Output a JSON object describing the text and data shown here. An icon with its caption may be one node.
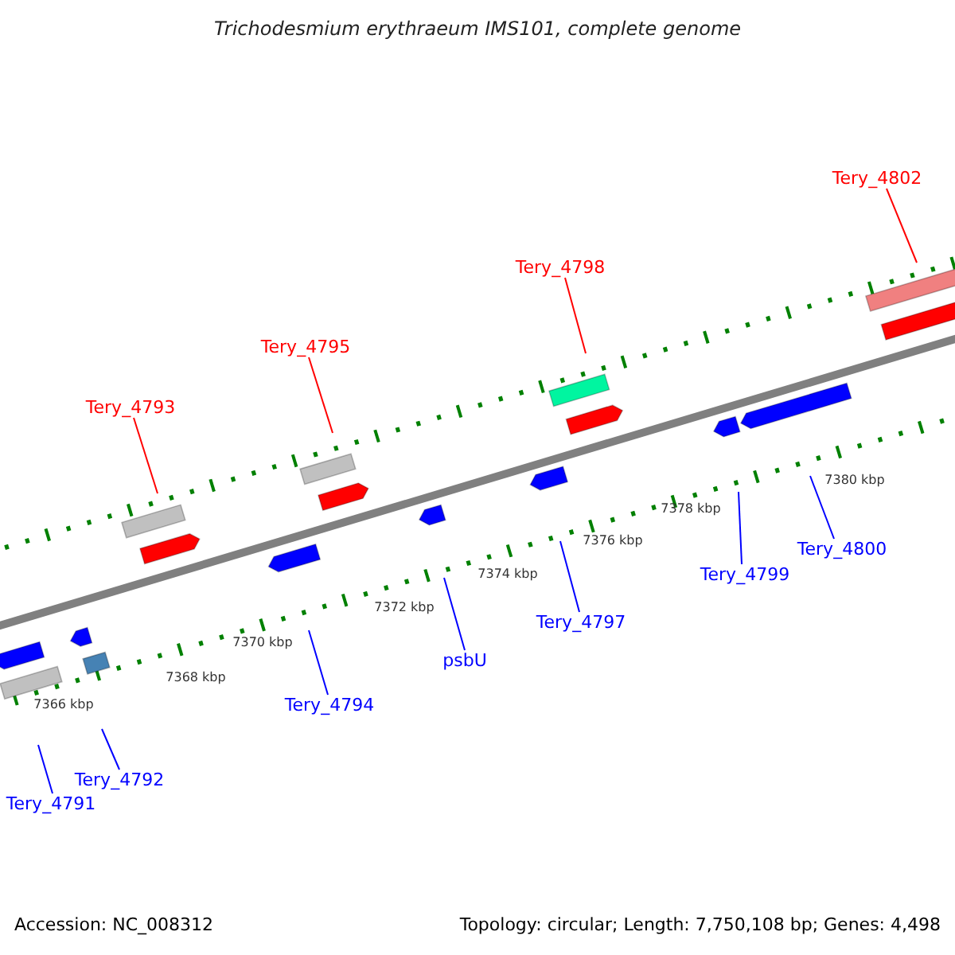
{
  "diagram": {
    "title": "Trichodesmium erythraeum IMS101, complete genome",
    "nodes": [
      {
        "text": [
          "Tery_4802"
        ]
      },
      {
        "text": [
          "Tery_4798"
        ]
      },
      {
        "text": [
          "Tery_4795"
        ]
      },
      {
        "text": [
          "Tery_4793"
        ]
      },
      {
        "text": [
          "Tery_4800"
        ]
      },
      {
        "text": [
          "Tery_4799"
        ]
      },
      {
        "text": [
          "Tery_4797"
        ]
      },
      {
        "text": [
          "psbU"
        ]
      },
      {
        "text": [
          "Tery_4794"
        ]
      },
      {
        "text": [
          "Tery_4792"
        ]
      },
      {
        "text": [
          "Tery_4791"
        ]
      }
    ],
    "edges": [
      {
        "from": 0,
        "to": null,
        "arrow": "none",
        "color": "#ff0000"
      },
      {
        "from": 1,
        "to": null,
        "arrow": "none",
        "color": "#ff0000"
      },
      {
        "from": 2,
        "to": null,
        "arrow": "none",
        "color": "#ff0000"
      },
      {
        "from": 3,
        "to": null,
        "arrow": "none",
        "color": "#ff0000"
      },
      {
        "from": 4,
        "to": null,
        "arrow": "none"
      },
      {
        "from": 5,
        "to": null,
        "arrow": "none"
      },
      {
        "from": 6,
        "to": null,
        "arrow": "none"
      },
      {
        "from": 7,
        "to": null,
        "arrow": "none"
      },
      {
        "from": 8,
        "to": null,
        "arrow": "none"
      },
      {
        "from": 9,
        "to": null,
        "arrow": "none"
      },
      {
        "from": 10,
        "to": null,
        "arrow": "none"
      }
    ],
    "labels": [
      "7380 kbp",
      "7378 kbp",
      "7376 kbp",
      "7374 kbp",
      "7372 kbp",
      "7370 kbp",
      "7368 kbp",
      "7366 kbp",
      "Accession: NC_008312",
      "Topology: circular; Length: 7,750,108 bp; Genes: 4,498"
    ]
  }
}
